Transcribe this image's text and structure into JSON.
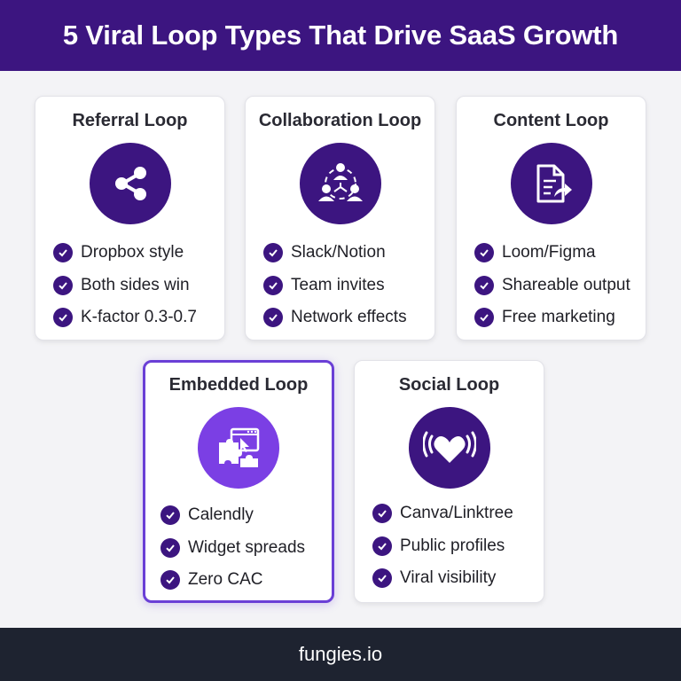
{
  "header": {
    "title": "5 Viral Loop Types That Drive SaaS Growth"
  },
  "colors": {
    "brand": "#3c1580",
    "accent": "#7b3fe4",
    "footer": "#1e2330"
  },
  "cards": [
    {
      "title": "Referral Loop",
      "icon": "share-icon",
      "items": [
        "Dropbox style",
        "Both sides win",
        "K-factor 0.3-0.7"
      ]
    },
    {
      "title": "Collaboration Loop",
      "icon": "team-network-icon",
      "items": [
        "Slack/Notion",
        "Team invites",
        "Network effects"
      ]
    },
    {
      "title": "Content Loop",
      "icon": "document-share-icon",
      "items": [
        "Loom/Figma",
        "Shareable output",
        "Free marketing"
      ]
    },
    {
      "title": "Embedded Loop",
      "icon": "puzzle-widget-icon",
      "items": [
        "Calendly",
        "Widget spreads",
        "Zero CAC"
      ]
    },
    {
      "title": "Social Loop",
      "icon": "heart-broadcast-icon",
      "items": [
        "Canva/Linktree",
        "Public profiles",
        "Viral visibility"
      ]
    }
  ],
  "footer": {
    "brand": "fungies.io"
  }
}
